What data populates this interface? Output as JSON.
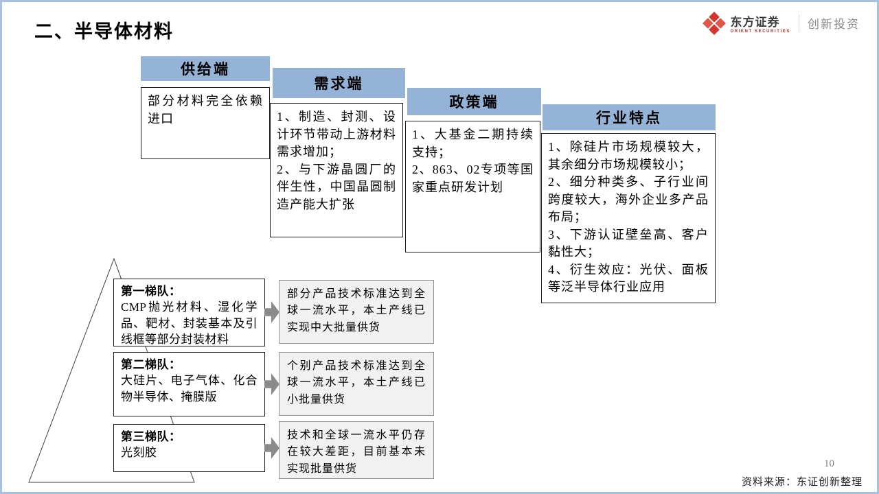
{
  "slide": {
    "title": "二、半导体材料",
    "page_number": "10",
    "source": "资料来源：东证创新整理"
  },
  "logo": {
    "name": "东方证券",
    "name_en": "ORIENT SECURITIES",
    "suffix": "创新投资"
  },
  "colors": {
    "header_blue": "#95B3D7",
    "gray_box_bg": "#F1F1F1",
    "arrow_gray": "#8A8A8A",
    "frame_blue": "#A8C1DF",
    "logo_red": "#D5352F"
  },
  "stair_sections": [
    {
      "header": "供给端",
      "body": "部分材料完全依赖进口"
    },
    {
      "header": "需求端",
      "body": "1、制造、封测、设计环节带动上游材料需求增加；\n2、与下游晶圆厂的伴生性，中国晶圆制造产能大扩张"
    },
    {
      "header": "政策端",
      "body": "1、大基金二期持续支持；\n2、863、02专项等国家重点研发计划"
    },
    {
      "header": "行业特点",
      "body": "1、除硅片市场规模较大，其余细分市场规模较小；\n2、细分种类多、子行业间跨度较大，海外企业多产品布局；\n3、下游认证壁垒高、客户黏性大；\n4、衍生效应：光伏、面板等泛半导体行业应用"
    }
  ],
  "tiers": [
    {
      "label": "第一梯队：",
      "items": "CMP抛光材料、湿化学品、靶材、封装基本及引线框等部分封装材料",
      "result": "部分产品技术标准达到全球一流水平，本土产线已实现中大批量供货"
    },
    {
      "label": "第二梯队：",
      "items": "大硅片、电子气体、化合物半导体、掩膜版",
      "result": "个别产品技术标准达到全球一流水平，本土产线已小批量供货"
    },
    {
      "label": "第三梯队：",
      "items": "光刻胶",
      "result": "技术和全球一流水平仍存在较大差距，目前基本未实现批量供货"
    }
  ]
}
